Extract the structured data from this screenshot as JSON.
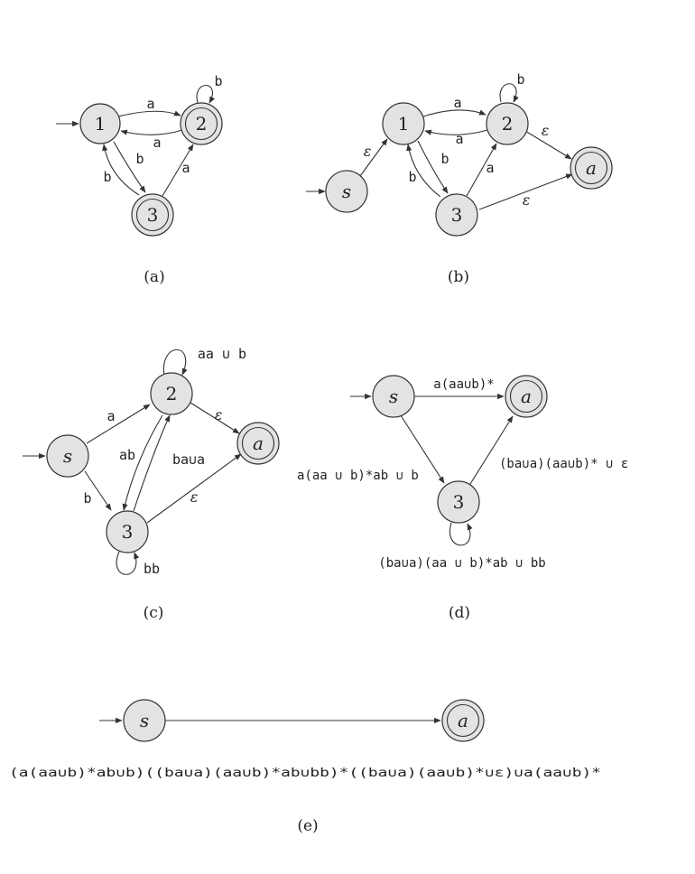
{
  "panels": {
    "a": {
      "caption": "(a)",
      "states": {
        "s1": "1",
        "s2": "2",
        "s3": "3"
      },
      "edges": {
        "e12": "a",
        "e21": "a",
        "e22": "b",
        "e13": "b",
        "e31": "b",
        "e32": "a"
      }
    },
    "b": {
      "caption": "(b)",
      "states": {
        "s": "s",
        "s1": "1",
        "s2": "2",
        "s3": "3",
        "acc": "a"
      },
      "edges": {
        "es1": "ε",
        "e12": "a",
        "e21": "a",
        "e22": "b",
        "e13": "b",
        "e31": "b",
        "e32": "a",
        "e2a": "ε",
        "e3a": "ε"
      }
    },
    "c": {
      "caption": "(c)",
      "states": {
        "s": "s",
        "s2": "2",
        "s3": "3",
        "acc": "a"
      },
      "edges": {
        "es2": "a",
        "es3": "b",
        "e22": "aa ∪ b",
        "e32": "ab",
        "e23": "ba∪a",
        "e33": "bb",
        "e2a": "ε",
        "e3a": "ε"
      }
    },
    "d": {
      "caption": "(d)",
      "states": {
        "s": "s",
        "s3": "3",
        "acc": "a"
      },
      "edges": {
        "esa": "a(aa∪b)*",
        "es3": "a(aa ∪ b)*ab ∪ b",
        "e3a": "(ba∪a)(aa∪b)* ∪ ε",
        "e33": "(ba∪a)(aa ∪ b)*ab ∪ bb"
      }
    },
    "e": {
      "caption": "(e)",
      "states": {
        "s": "s",
        "acc": "a"
      },
      "expression": "(a(aa∪b)*ab∪b)((ba∪a)(aa∪b)*ab∪bb)*((ba∪a)(aa∪b)*∪ε)∪a(aa∪b)*"
    }
  }
}
